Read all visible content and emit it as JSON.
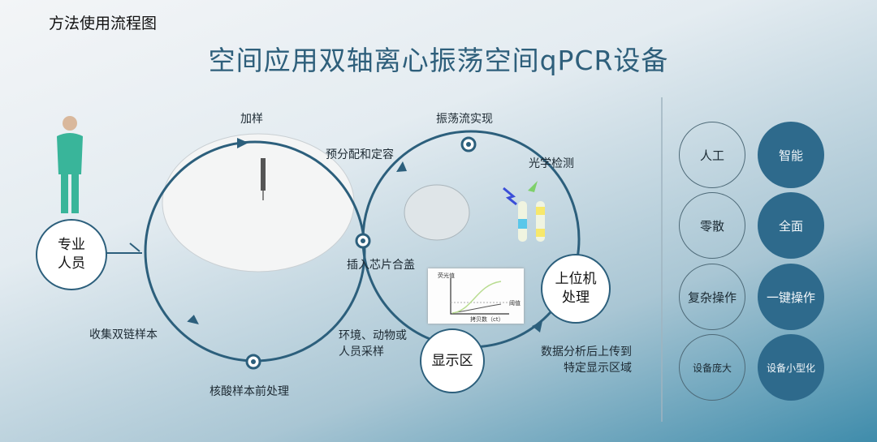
{
  "corner_label": "方法使用流程图",
  "title": "空间应用双轴离心振荡空间qPCR设备",
  "flow": {
    "operator": "专业\n人员",
    "add_sample": "加样",
    "pre_dispense": "预分配和定容",
    "oscillation": "振荡流实现",
    "optical": "光学检测",
    "insert_chip": "插入芯片合盖",
    "host": "上位机\n处理",
    "display": "显示区",
    "upload": "数据分析后上传到\n特定显示区域",
    "sampling": "环境、动物或\n人员采样",
    "collect": "收集双链样本",
    "pretreat": "核酸样本前处理"
  },
  "mini_chart": {
    "ylabel": "荧光值",
    "threshold": "阈值",
    "xlabel": "拷贝数（ct）"
  },
  "comparison": [
    {
      "old": "人工",
      "new": "智能"
    },
    {
      "old": "零散",
      "new": "全面"
    },
    {
      "old": "复杂操作",
      "new": "一键操作"
    },
    {
      "old": "设备庞大",
      "new": "设备小型化"
    }
  ],
  "colors": {
    "accent": "#2e6a8c",
    "line": "#2c5f7c"
  }
}
